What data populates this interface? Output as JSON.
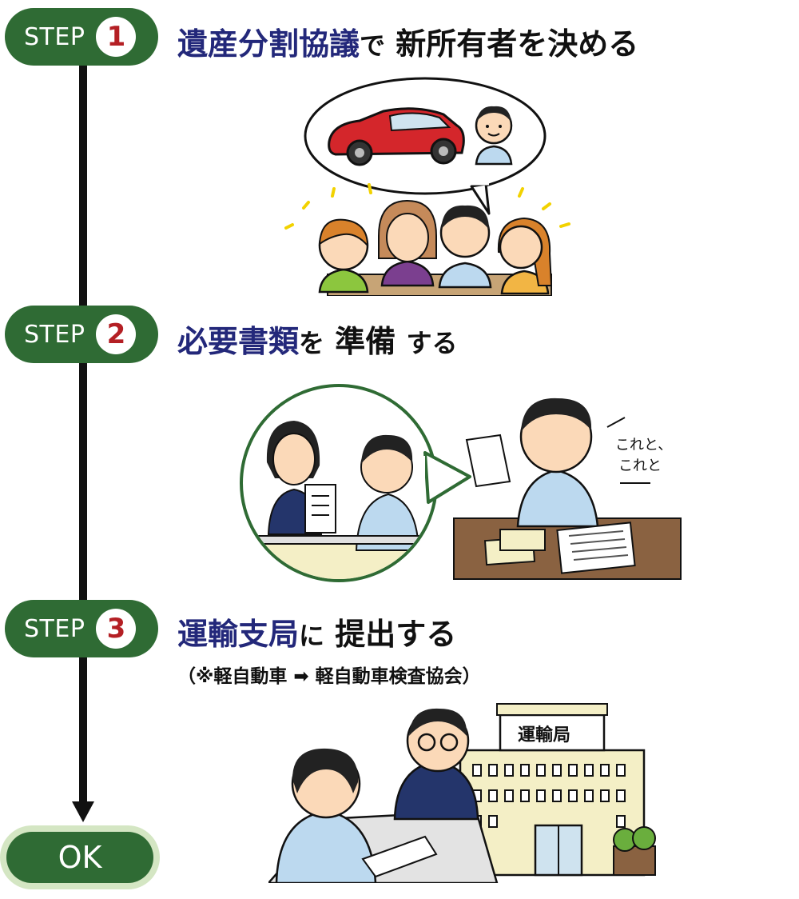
{
  "steps": [
    {
      "pill_label": "STEP",
      "number": "1",
      "heading_parts": [
        "遺産分割協議",
        "で",
        "新所有者を決める"
      ]
    },
    {
      "pill_label": "STEP",
      "number": "2",
      "heading_parts": [
        "必要書類",
        "を",
        "準備",
        "する"
      ]
    },
    {
      "pill_label": "STEP",
      "number": "3",
      "heading_parts": [
        "運輸支局",
        "に",
        "提出する"
      ],
      "note": "（※軽自動車 ➡ 軽自動車検査協会）"
    }
  ],
  "final": {
    "label": "OK"
  },
  "illustrations": {
    "step2_memo_line1": "これと、",
    "step2_memo_line2": "これと",
    "step3_building_sign": "運輸局"
  },
  "colors": {
    "pill_green": "#2f6b34",
    "ok_glow": "#d4e6c3",
    "step_number_red": "#b41f24",
    "keyword_navy": "#23287a"
  }
}
